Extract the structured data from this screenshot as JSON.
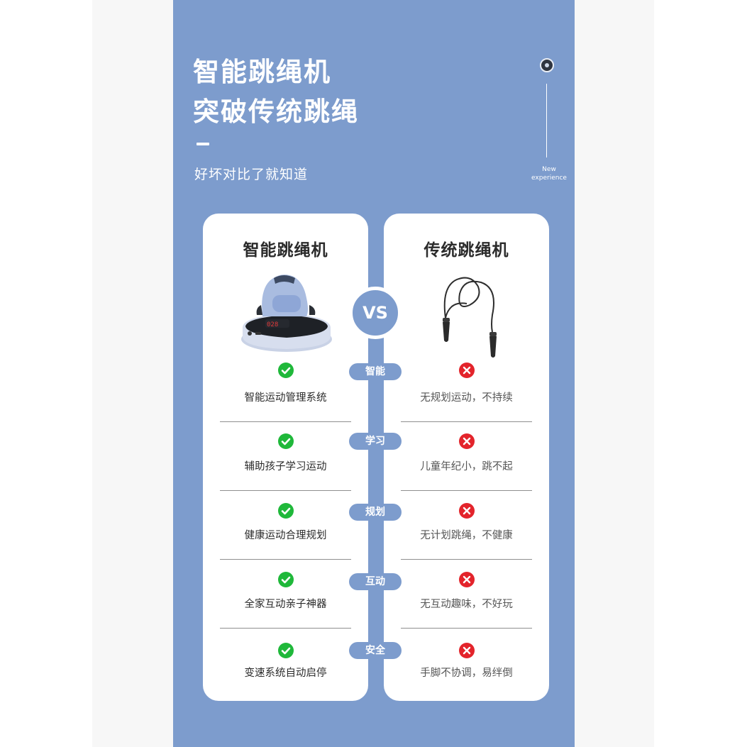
{
  "hero": {
    "title_line1": "智能跳绳机",
    "title_line2": "突破传统跳绳",
    "subtitle": "好坏对比了就知道",
    "badge_line1": "New",
    "badge_line2": "experience"
  },
  "comparison": {
    "left_title": "智能跳绳机",
    "right_title": "传统跳绳机",
    "vs_label": "VS",
    "rows": [
      {
        "category": "智能",
        "left": "智能运动管理系统",
        "right": "无规划运动，不持续"
      },
      {
        "category": "学习",
        "left": "辅助孩子学习运动",
        "right": "儿童年纪小，跳不起"
      },
      {
        "category": "规划",
        "left": "健康运动合理规划",
        "right": "无计划跳绳，不健康"
      },
      {
        "category": "互动",
        "left": "全家互动亲子神器",
        "right": "无互动趣味，不好玩"
      },
      {
        "category": "安全",
        "left": "变速系统自动启停",
        "right": "手脚不协调，易绊倒"
      }
    ],
    "device_display": "028"
  },
  "colors": {
    "accent": "#7d9ccd",
    "ok": "#1fb83a",
    "no": "#e3242b"
  },
  "icons": {
    "ok": "check-circle-icon",
    "no": "cross-circle-icon"
  }
}
